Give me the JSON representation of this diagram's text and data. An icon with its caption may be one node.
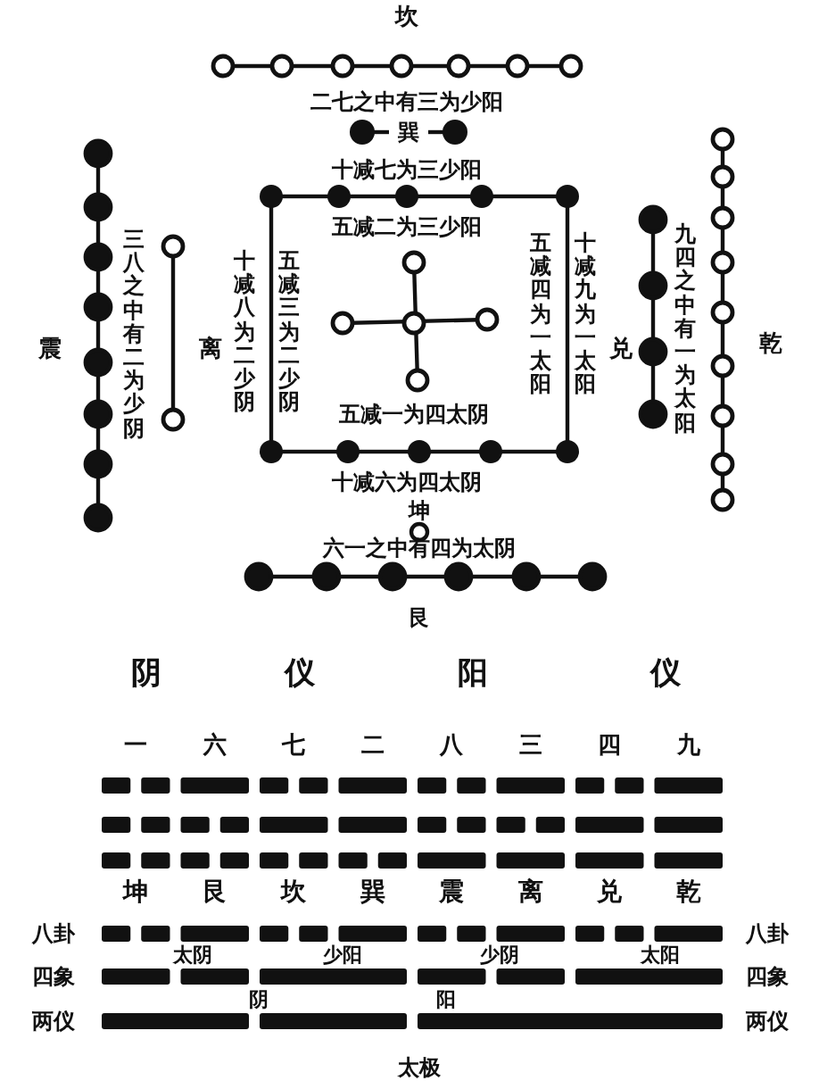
{
  "diagram": {
    "labels": [
      "坎",
      "二七之中有三为少阳",
      "巽",
      "十减七为三少阳",
      "五减二为三少阳",
      "三八之中有二为少阴",
      "十减八为二少阴",
      "五减三为二少阴",
      "五减四为一太阳",
      "十减九为一太阳",
      "九四之中有一为太阳",
      "震",
      "离",
      "兑",
      "乾",
      "五减一为四太阴",
      "十减六为四太阴",
      "坤",
      "六一之中有四为太阴",
      "艮",
      "阴",
      "仪",
      "阳",
      "仪",
      "一",
      "六",
      "七",
      "二",
      "八",
      "三",
      "四",
      "九",
      "坤",
      "艮",
      "坎",
      "巽",
      "震",
      "离",
      "兑",
      "乾",
      "八卦",
      "八卦",
      "太阴",
      "少阳",
      "少阴",
      "太阳",
      "四象",
      "四象",
      "阴",
      "两仪",
      "两仪",
      "阳",
      "太极"
    ]
  }
}
